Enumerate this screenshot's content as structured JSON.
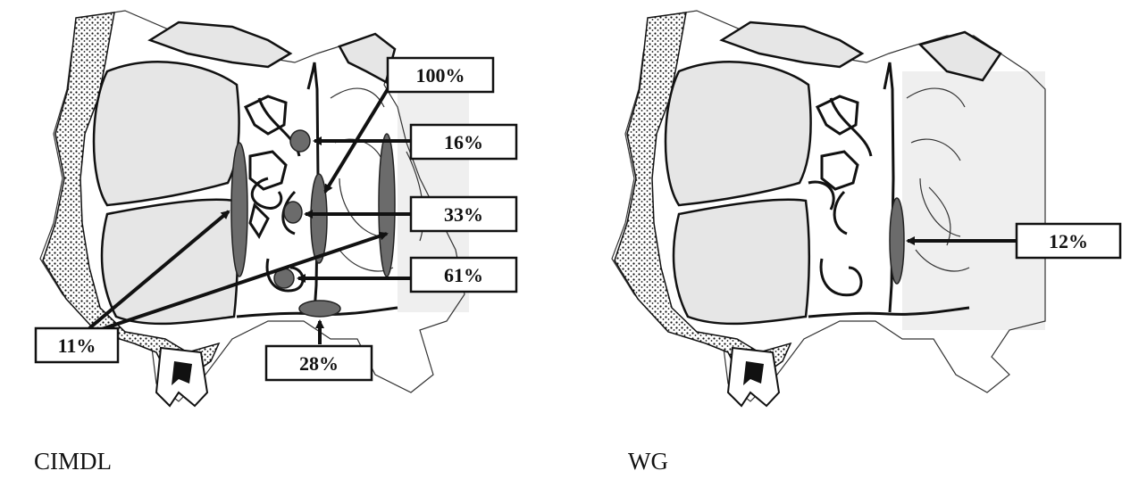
{
  "panels": [
    {
      "caption": "CIMDL",
      "labels": [
        "100%",
        "16%",
        "33%",
        "61%",
        "28%",
        "11%"
      ]
    },
    {
      "caption": "WG",
      "labels": [
        "12%"
      ]
    }
  ],
  "colors": {
    "lesion": "#6b6b6b",
    "sinus_fill": "#e6e6e6",
    "bone_fill": "#d9d9d9"
  }
}
